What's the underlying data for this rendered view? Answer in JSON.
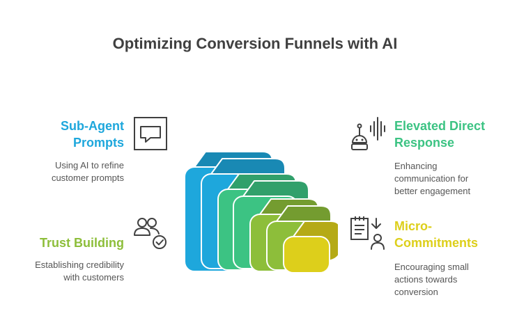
{
  "title": "Optimizing Conversion Funnels with AI",
  "colors": {
    "blue": "#1EA7DC",
    "green": "#3CC383",
    "olive": "#8DBE3A",
    "yellow": "#DDCF1B",
    "text": "#404040"
  },
  "items": [
    {
      "heading_lines": [
        "Sub-Agent",
        "Prompts"
      ],
      "description_lines": [
        "Using AI to refine",
        "customer prompts"
      ],
      "icon": "chat-bubble-icon",
      "color": "#1EA7DC"
    },
    {
      "heading_lines": [
        "Elevated Direct",
        "Response"
      ],
      "description_lines": [
        "Enhancing",
        "communication for",
        "better engagement"
      ],
      "icon": "robot-sound-icon",
      "color": "#3CC383"
    },
    {
      "heading_lines": [
        "Trust Building"
      ],
      "description_lines": [
        "Establishing credibility",
        "with customers"
      ],
      "icon": "people-check-icon",
      "color": "#8DBE3A"
    },
    {
      "heading_lines": [
        "Micro-",
        "Commitments"
      ],
      "description_lines": [
        "Encouraging small",
        "actions towards",
        "conversion"
      ],
      "icon": "checklist-user-icon",
      "color": "#DDCF1B"
    }
  ]
}
